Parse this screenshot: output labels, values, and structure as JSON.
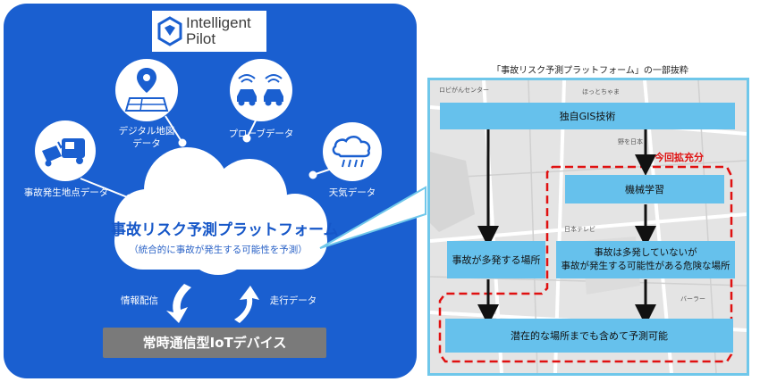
{
  "logo": {
    "line1": "Intelligent",
    "line2": "Pilot"
  },
  "left_diagram": {
    "data_sources": [
      {
        "label": "事故発生地点データ",
        "icon": "car-crash-icon"
      },
      {
        "label": "デジタル地図\nデータ",
        "icon": "map-pin-icon"
      },
      {
        "label": "プローブデータ",
        "icon": "connected-cars-icon"
      },
      {
        "label": "天気データ",
        "icon": "rain-cloud-icon"
      }
    ],
    "platform_title": "事故リスク予測プラットフォーム",
    "platform_subtitle": "（統合的に事故が発生する可能性を予測）",
    "down_arrow_label": "情報配信",
    "up_arrow_label": "走行データ",
    "device_label": "常時通信型IoTデバイス"
  },
  "right_diagram": {
    "heading": "「事故リスク予測プラットフォーム」の一部抜粋",
    "gis_box": "独自GIS技術",
    "extension_label": "今回拡充分",
    "ml_box": "機械学習",
    "frequent_box": "事故が多発する場所",
    "dangerous_box": "事故は多発していないが\n事故が発生する可能性がある危険な場所",
    "result_box": "潜在的な場所までも含めて予測可能"
  },
  "colors": {
    "panel_blue": "#1a5fd0",
    "box_blue": "#66c1ec",
    "frame_blue": "#6fc7ea",
    "highlight_red": "#e01010",
    "device_gray": "#7a7a7a"
  }
}
